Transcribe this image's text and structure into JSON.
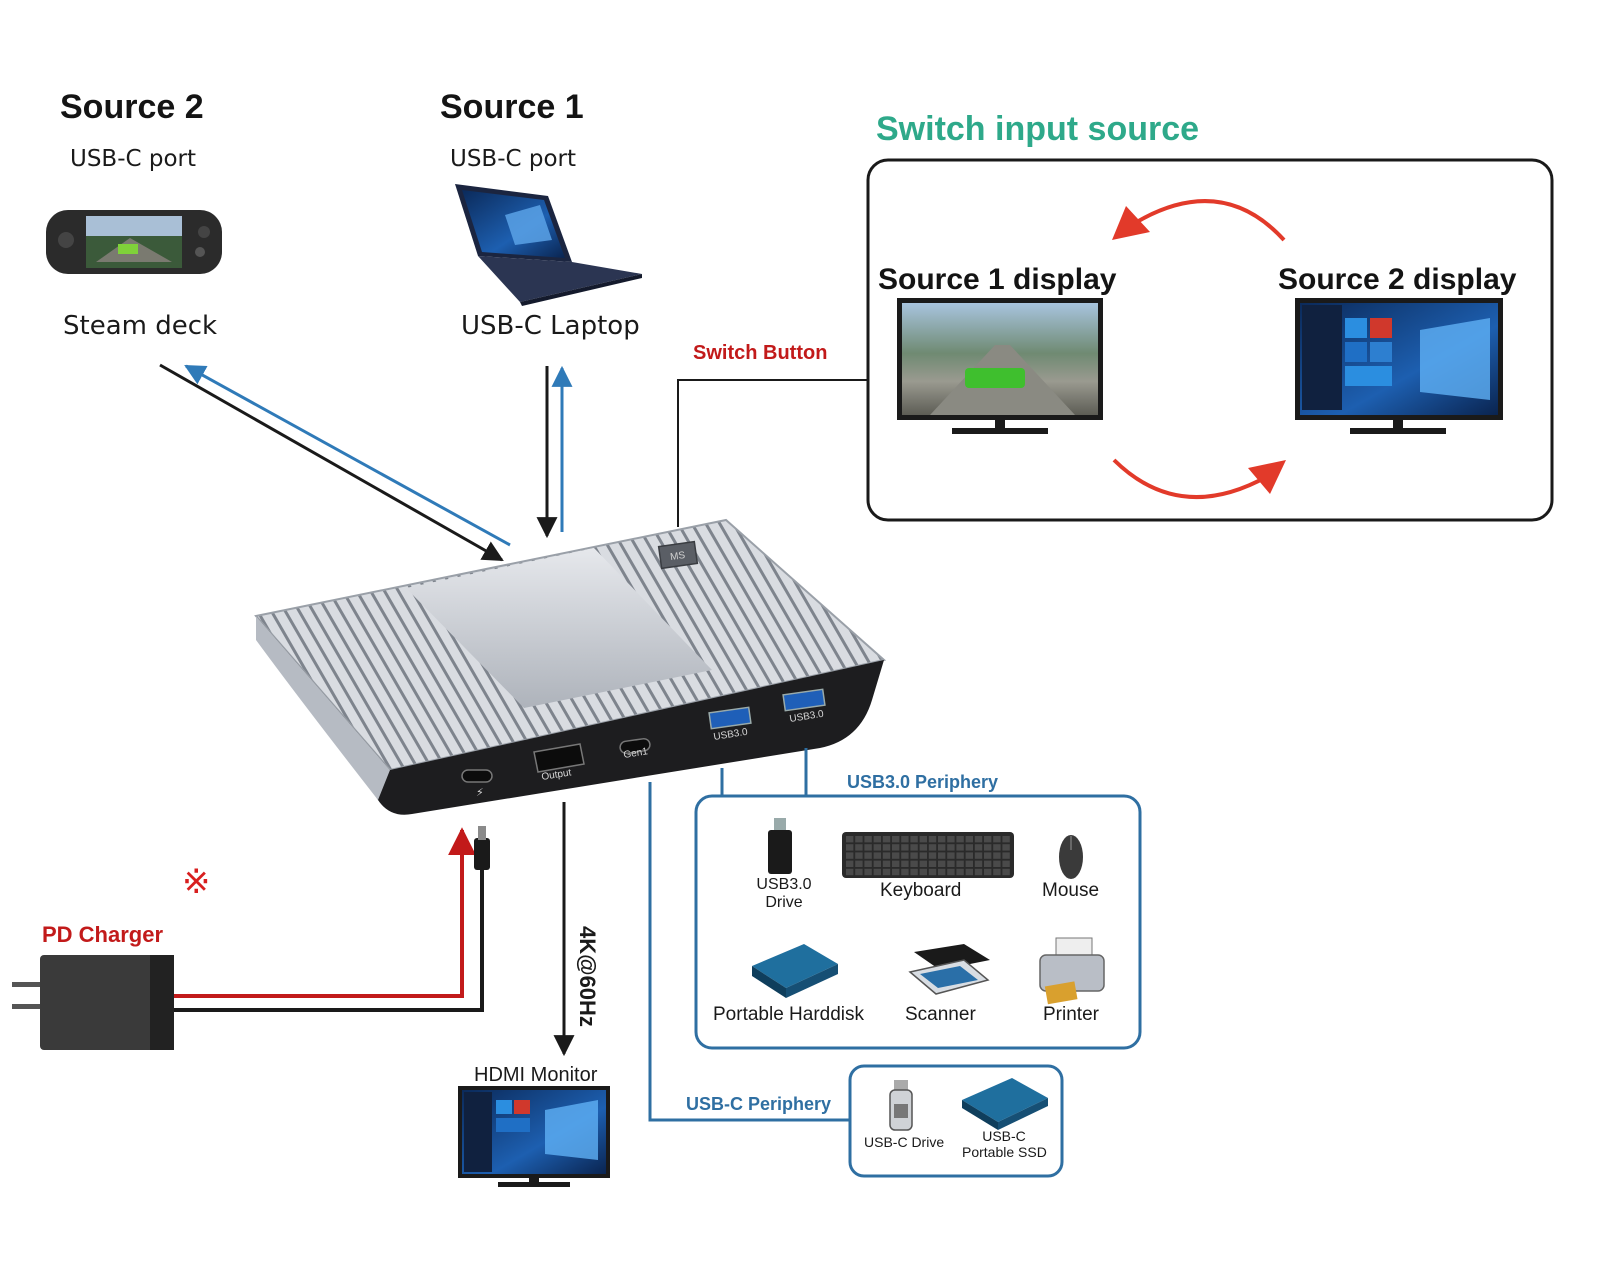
{
  "sources": {
    "source2": {
      "title": "Source 2",
      "port": "USB-C port",
      "device": "Steam deck"
    },
    "source1": {
      "title": "Source 1",
      "port": "USB-C port",
      "device": "USB-C Laptop"
    }
  },
  "switch_panel": {
    "title": "Switch input source",
    "display1": "Source 1 display",
    "display2": "Source 2 display",
    "button_label": "Switch Button"
  },
  "hub": {
    "button_text": "MS",
    "ports": [
      "Output",
      "Gen1",
      "USB3.0",
      "USB3.0"
    ]
  },
  "charger": {
    "label": "PD Charger",
    "note_mark": "※"
  },
  "monitor": {
    "label": "HDMI Monitor",
    "resolution": "4K@60Hz"
  },
  "usb3_periphery": {
    "title": "USB3.0 Periphery",
    "items": [
      "USB3.0\nDrive",
      "Keyboard",
      "Mouse",
      "Portable Harddisk",
      "Scanner",
      "Printer"
    ]
  },
  "usbc_periphery": {
    "title": "USB-C Periphery",
    "items": [
      "USB-C Drive",
      "USB-C\nPortable SSD"
    ]
  },
  "colors": {
    "accent_green": "#2ea98a",
    "red": "#c21a1a",
    "arrow_red": "#e23a2a",
    "blue": "#2f6fa2",
    "black": "#1a1a1a"
  }
}
